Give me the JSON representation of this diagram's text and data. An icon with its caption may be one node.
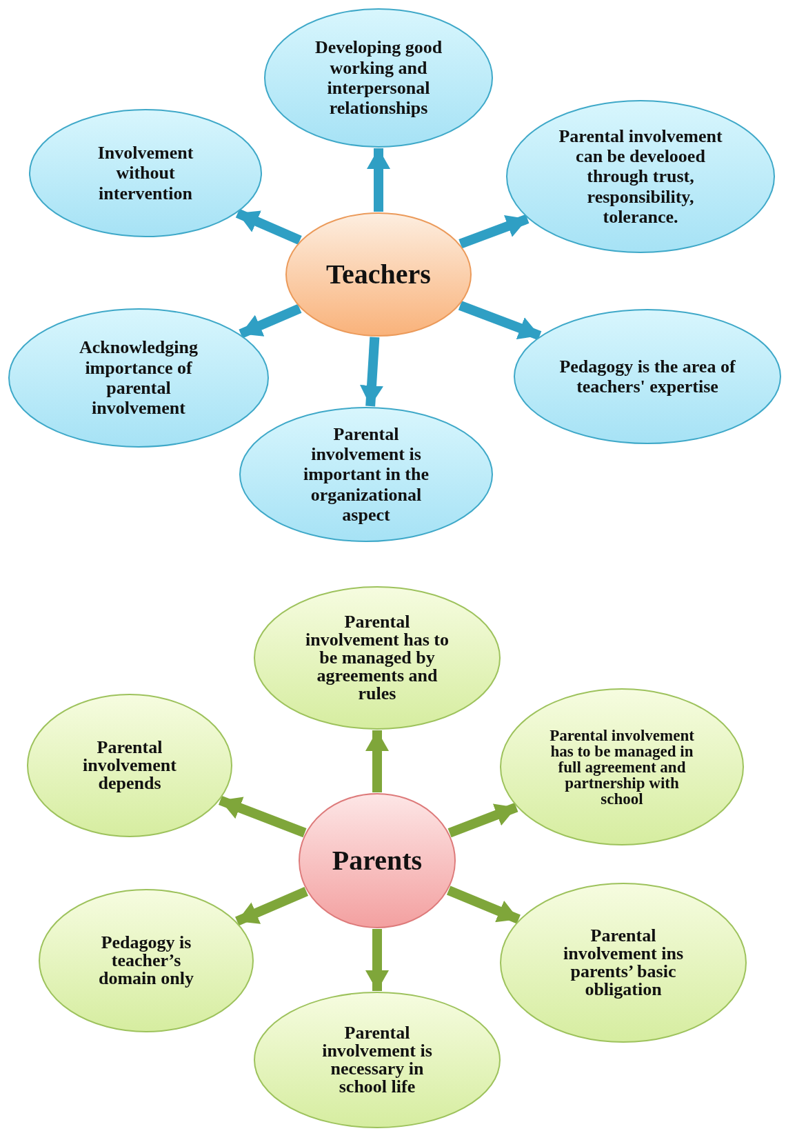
{
  "diagram": {
    "nodes": [
      {
        "text": [
          "Teachers"
        ]
      },
      {
        "text": [
          "Developing good working and interpersonal relationships"
        ]
      },
      {
        "text": [
          "Parental involvement can be develooed through trust, responsibility, tolerance."
        ]
      },
      {
        "text": [
          "Pedagogy is the area of teachers' expertise"
        ]
      },
      {
        "text": [
          "Parental involvement is important in the organizational aspect"
        ]
      },
      {
        "text": [
          "Acknowledging importance of parental involvement"
        ]
      },
      {
        "text": [
          "Involvement without intervention"
        ]
      },
      {
        "text": [
          "Parents"
        ]
      },
      {
        "text": [
          "Parental involvement has to be managed by agreements and rules"
        ]
      },
      {
        "text": [
          "Parental involvement has to be managed in full agreement and partnership with school"
        ]
      },
      {
        "text": [
          "Parental involvement ins parents’ basic obligation"
        ]
      },
      {
        "text": [
          "Parental involvement is necessary in school life"
        ]
      },
      {
        "text": [
          "Pedagogy is teacher’s domain only"
        ]
      },
      {
        "text": [
          "Parental involvement depends"
        ]
      }
    ],
    "edges": [
      {
        "from": 0,
        "to": 1,
        "arrow": "to",
        "color": "#2f9fc4"
      },
      {
        "from": 0,
        "to": 2,
        "arrow": "to",
        "color": "#2f9fc4"
      },
      {
        "from": 0,
        "to": 3,
        "arrow": "to",
        "color": "#2f9fc4"
      },
      {
        "from": 0,
        "to": 4,
        "arrow": "to",
        "color": "#2f9fc4"
      },
      {
        "from": 0,
        "to": 5,
        "arrow": "to",
        "color": "#2f9fc4"
      },
      {
        "from": 0,
        "to": 6,
        "arrow": "to",
        "color": "#2f9fc4"
      },
      {
        "from": 7,
        "to": 8,
        "arrow": "to",
        "color": "#7fa63a"
      },
      {
        "from": 7,
        "to": 9,
        "arrow": "to",
        "color": "#7fa63a"
      },
      {
        "from": 7,
        "to": 10,
        "arrow": "to",
        "color": "#7fa63a"
      },
      {
        "from": 7,
        "to": 11,
        "arrow": "to",
        "color": "#7fa63a"
      },
      {
        "from": 7,
        "to": 12,
        "arrow": "to",
        "color": "#7fa63a"
      },
      {
        "from": 7,
        "to": 13,
        "arrow": "to",
        "color": "#7fa63a"
      }
    ]
  }
}
